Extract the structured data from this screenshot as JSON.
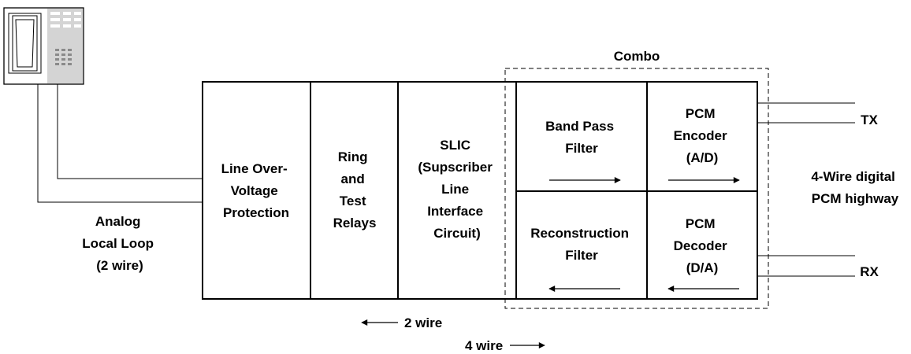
{
  "blocks": {
    "protection": [
      "Line Over-",
      "Voltage",
      "Protection"
    ],
    "relays": [
      "Ring",
      "and",
      "Test",
      "Relays"
    ],
    "slic": [
      "SLIC",
      "(Supscriber",
      "Line",
      "Interface",
      "Circuit)"
    ],
    "band_pass": [
      "Band Pass",
      "Filter"
    ],
    "encoder": [
      "PCM",
      "Encoder",
      "(A/D)"
    ],
    "reconstruction": [
      "Reconstruction",
      "Filter"
    ],
    "decoder": [
      "PCM",
      "Decoder",
      "(D/A)"
    ]
  },
  "combo_label": "Combo",
  "analog_label": [
    "Analog",
    "Local Loop",
    "(2 wire)"
  ],
  "digital_label": [
    "4-Wire digital",
    "PCM highway"
  ],
  "tx_label": "TX",
  "rx_label": "RX",
  "two_wire_label": "2 wire",
  "four_wire_label": "4 wire"
}
